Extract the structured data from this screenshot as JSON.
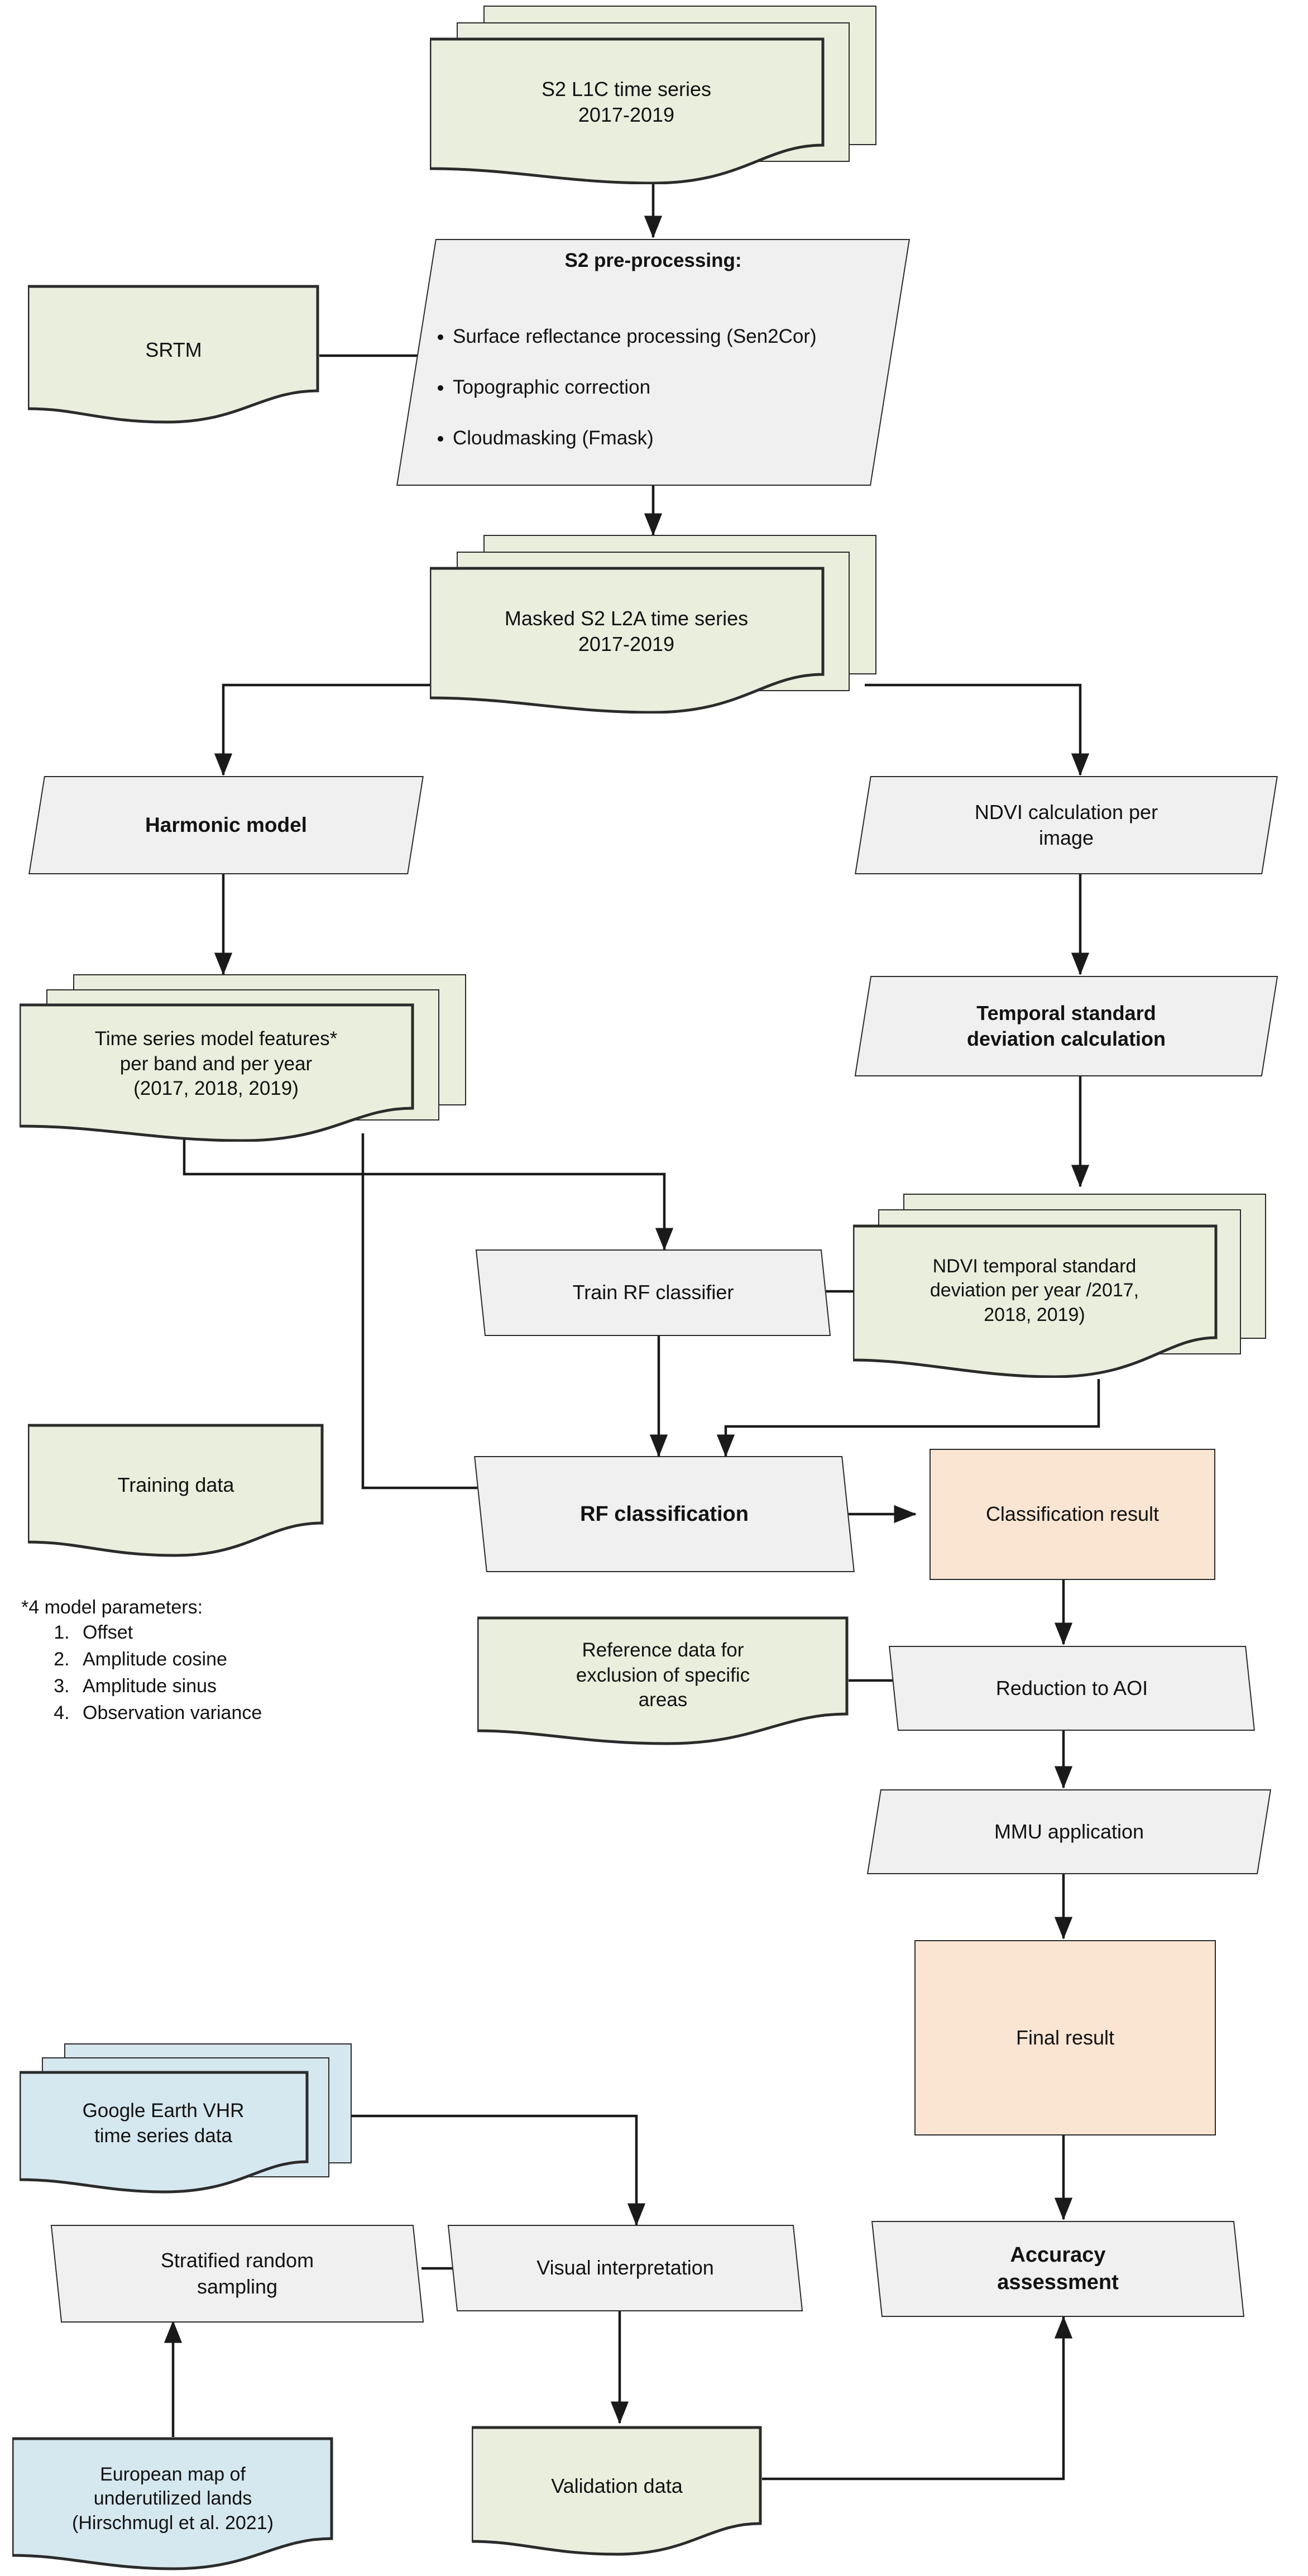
{
  "diagram": {
    "title_present": false,
    "colors": {
      "data_green": "#eaeedd",
      "data_blue": "#d6e8ef",
      "result_orange": "#fae5d3",
      "process_grey": "#f0f0f0",
      "stroke": "#2b2b2b"
    }
  },
  "nodes": {
    "s2_l1c": {
      "label": "S2 L1C time series\n2017-2019",
      "shape": "stacked-document",
      "fill": "#eaeedd"
    },
    "srtm": {
      "label": "SRTM",
      "shape": "document",
      "fill": "#eaeedd"
    },
    "s2_preprocessing": {
      "heading": "S2 pre-processing:",
      "bullets": [
        "Surface reflectance processing (Sen2Cor)",
        "Topographic correction",
        "Cloudmasking (Fmask)"
      ],
      "shape": "parallelogram",
      "fill": "#f0f0f0"
    },
    "masked_s2_l2a": {
      "label": "Masked S2 L2A time series\n2017-2019",
      "shape": "stacked-document",
      "fill": "#eaeedd"
    },
    "harmonic_model": {
      "label": "Harmonic model",
      "shape": "parallelogram",
      "fill": "#f0f0f0",
      "bold": true
    },
    "ndvi_calculation": {
      "label": "NDVI calculation per\nimage",
      "shape": "parallelogram",
      "fill": "#f0f0f0"
    },
    "ts_model_features": {
      "label": "Time series model features*\nper band and per year\n(2017, 2018, 2019)",
      "shape": "stacked-document",
      "fill": "#eaeedd"
    },
    "temporal_std": {
      "label": "Temporal standard\ndeviation calculation",
      "shape": "parallelogram",
      "fill": "#f0f0f0",
      "bold": true
    },
    "train_rf": {
      "label": "Train RF classifier",
      "shape": "parallelogram",
      "fill": "#f0f0f0"
    },
    "ndvi_std_year": {
      "label": "NDVI temporal standard\ndeviation per year /2017,\n2018, 2019)",
      "shape": "stacked-document",
      "fill": "#eaeedd"
    },
    "training_data": {
      "label": "Training data",
      "shape": "document",
      "fill": "#eaeedd"
    },
    "rf_classification": {
      "label": "RF classification",
      "shape": "parallelogram",
      "fill": "#f0f0f0",
      "bold": true
    },
    "classification_result": {
      "label": "Classification result",
      "shape": "rectangle",
      "fill": "#fae5d3"
    },
    "reference_data": {
      "label": "Reference data for\nexclusion of specific\nareas",
      "shape": "document",
      "fill": "#eaeedd"
    },
    "reduction_aoi": {
      "label": "Reduction to AOI",
      "shape": "parallelogram",
      "fill": "#f0f0f0"
    },
    "mmu_application": {
      "label": "MMU  application",
      "shape": "parallelogram",
      "fill": "#f0f0f0"
    },
    "final_result": {
      "label": "Final result",
      "shape": "rectangle",
      "fill": "#fae5d3"
    },
    "google_earth_vhr": {
      "label": "Google Earth VHR\ntime series data",
      "shape": "stacked-document",
      "fill": "#d6e8ef"
    },
    "stratified_sampling": {
      "label": "Stratified random\nsampling",
      "shape": "parallelogram",
      "fill": "#f0f0f0"
    },
    "visual_interpretation": {
      "label": "Visual interpretation",
      "shape": "parallelogram",
      "fill": "#f0f0f0"
    },
    "accuracy_assessment": {
      "label": "Accuracy\nassessment",
      "shape": "parallelogram",
      "fill": "#f0f0f0",
      "bold": true
    },
    "european_map": {
      "label": "European map of\nunderutilized lands\n(Hirschmugl et al. 2021)",
      "shape": "document",
      "fill": "#d6e8ef"
    },
    "validation_data": {
      "label": "Validation  data",
      "shape": "document",
      "fill": "#eaeedd"
    }
  },
  "annotations": {
    "model_parameters": {
      "title": "*4 model parameters:",
      "items": [
        "Offset",
        "Amplitude cosine",
        "Amplitude sinus",
        "Observation variance"
      ]
    }
  }
}
